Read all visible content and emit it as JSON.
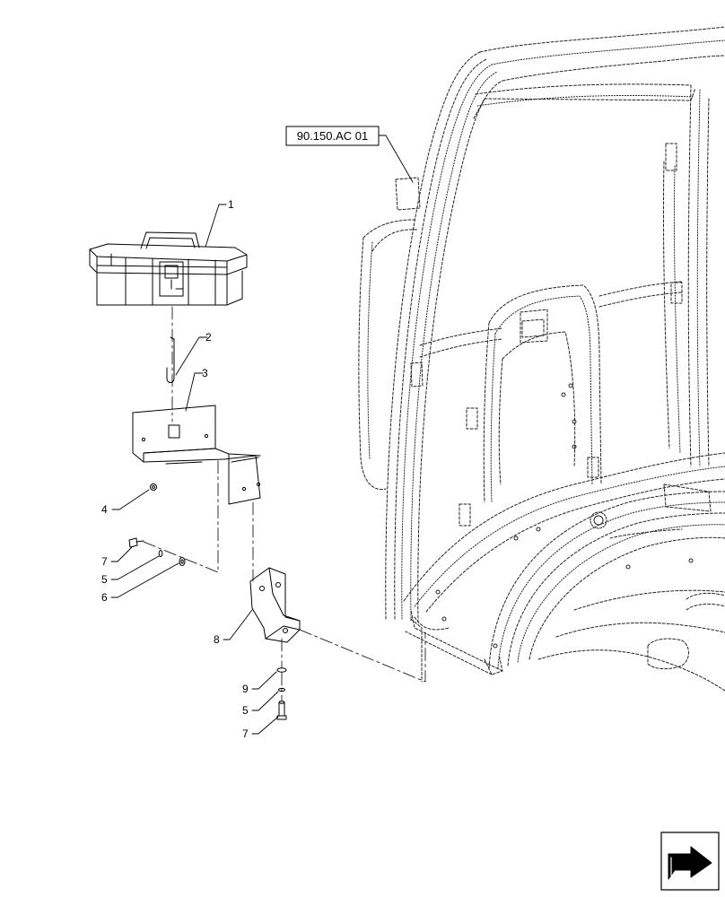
{
  "reference": {
    "code": "90.150.AC  01"
  },
  "callouts": [
    {
      "id": "c1",
      "label": "1"
    },
    {
      "id": "c2",
      "label": "2"
    },
    {
      "id": "c3",
      "label": "3"
    },
    {
      "id": "c4",
      "label": "4"
    },
    {
      "id": "c7a",
      "label": "7"
    },
    {
      "id": "c5a",
      "label": "5"
    },
    {
      "id": "c6",
      "label": "6"
    },
    {
      "id": "c8",
      "label": "8"
    },
    {
      "id": "c9",
      "label": "9"
    },
    {
      "id": "c5b",
      "label": "5"
    },
    {
      "id": "c7b",
      "label": "7"
    }
  ],
  "navigation": {
    "icon": "next-page-arrow-icon"
  },
  "colors": {
    "line": "#000000",
    "background": "#ffffff"
  }
}
